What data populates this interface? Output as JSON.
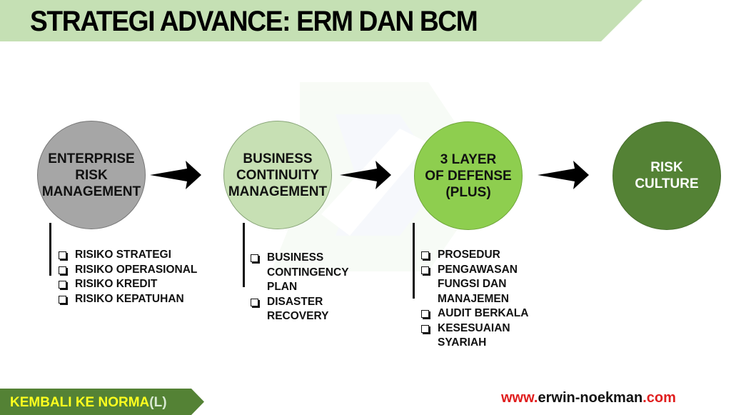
{
  "header": {
    "title": "STRATEGI ADVANCE: ERM DAN BCM"
  },
  "colors": {
    "title_band": "#c5e0b4",
    "erm_circle": "#a6a6a6",
    "bcm_circle": "#c7e0b4",
    "layer_circle": "#8ece4f",
    "culture_circle": "#548235",
    "footer_tag": "#548235",
    "footer_tag_text": "#ffff1f",
    "website_accent": "#e01e1e"
  },
  "flow": {
    "stages": [
      {
        "label": "ENTERPRISE\nRISK\nMANAGEMENT"
      },
      {
        "label": "BUSINESS\nCONTINUITY\nMANAGEMENT"
      },
      {
        "label": "3 LAYER\nOF DEFENSE\n(PLUS)"
      },
      {
        "label": "RISK\nCULTURE"
      }
    ],
    "arrows": [
      "arrow-right",
      "arrow-right",
      "arrow-right"
    ]
  },
  "lists": {
    "erm": [
      "RISIKO STRATEGI",
      "RISIKO OPERASIONAL",
      "RISIKO KREDIT",
      "RISIKO KEPATUHAN"
    ],
    "bcm": [
      "BUSINESS\nCONTINGENCY\nPLAN",
      "DISASTER\nRECOVERY"
    ],
    "layer": [
      "PROSEDUR",
      "PENGAWASAN\nFUNGSI DAN\nMANAJEMEN",
      "AUDIT BERKALA",
      "KESESUAIAN\nSYARIAH"
    ]
  },
  "footer": {
    "tag_main": "KEMBALI KE NORMA",
    "tag_suffix": "(L)",
    "website_prefix": "www.",
    "website_name": "erwin-noekman",
    "website_suffix": ".com"
  }
}
